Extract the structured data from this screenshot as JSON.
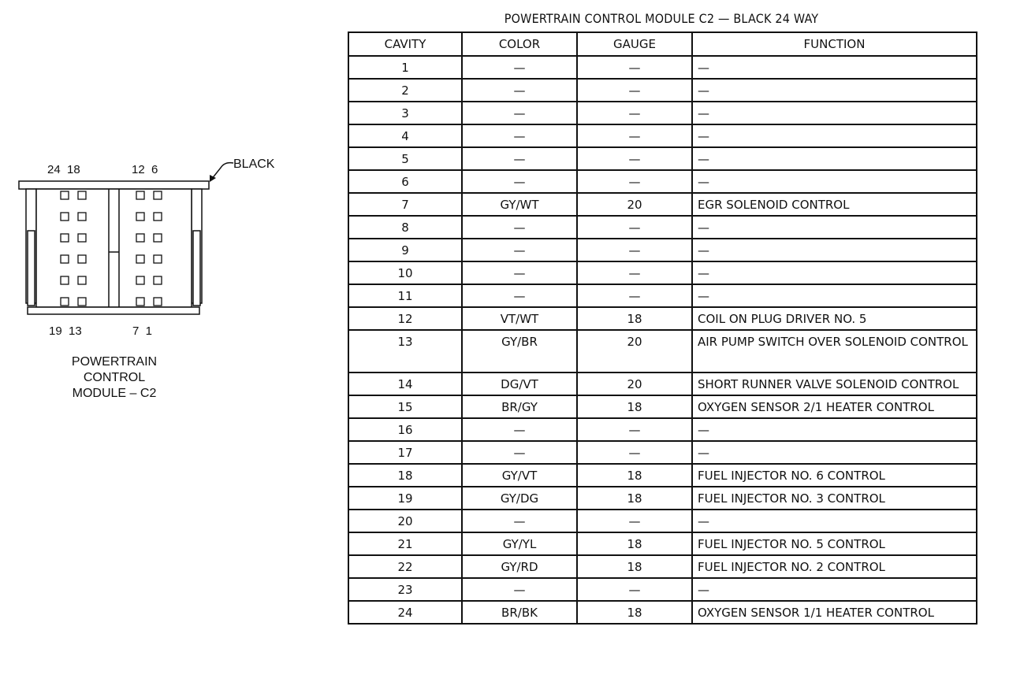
{
  "diagram": {
    "top_left_pins": "24  18",
    "top_right_pins": "12  6",
    "bottom_left_pins": "19  13",
    "bottom_right_pins": "7  1",
    "color_callout": "BLACK",
    "caption_lines": [
      "POWERTRAIN",
      "CONTROL",
      "MODULE – C2"
    ]
  },
  "table": {
    "title": "POWERTRAIN CONTROL MODULE C2 — BLACK 24 WAY",
    "headers": [
      "CAVITY",
      "COLOR",
      "GAUGE",
      "FUNCTION"
    ],
    "rows": [
      {
        "cavity": "1",
        "color": "—",
        "gauge": "—",
        "function": "—"
      },
      {
        "cavity": "2",
        "color": "—",
        "gauge": "—",
        "function": "—"
      },
      {
        "cavity": "3",
        "color": "—",
        "gauge": "—",
        "function": "—"
      },
      {
        "cavity": "4",
        "color": "—",
        "gauge": "—",
        "function": "—"
      },
      {
        "cavity": "5",
        "color": "—",
        "gauge": "—",
        "function": "—"
      },
      {
        "cavity": "6",
        "color": "—",
        "gauge": "—",
        "function": "—"
      },
      {
        "cavity": "7",
        "color": "GY/WT",
        "gauge": "20",
        "function": "EGR SOLENOID CONTROL"
      },
      {
        "cavity": "8",
        "color": "—",
        "gauge": "—",
        "function": "—"
      },
      {
        "cavity": "9",
        "color": "—",
        "gauge": "—",
        "function": "—"
      },
      {
        "cavity": "10",
        "color": "—",
        "gauge": "—",
        "function": "—"
      },
      {
        "cavity": "11",
        "color": "—",
        "gauge": "—",
        "function": "—"
      },
      {
        "cavity": "12",
        "color": "VT/WT",
        "gauge": "18",
        "function": "COIL ON PLUG DRIVER NO. 5"
      },
      {
        "cavity": "13",
        "color": "GY/BR",
        "gauge": "20",
        "function": "AIR PUMP SWITCH OVER SOLENOID CONTROL"
      },
      {
        "cavity": "14",
        "color": "DG/VT",
        "gauge": "20",
        "function": "SHORT RUNNER VALVE SOLENOID CONTROL"
      },
      {
        "cavity": "15",
        "color": "BR/GY",
        "gauge": "18",
        "function": "OXYGEN SENSOR 2/1 HEATER CONTROL"
      },
      {
        "cavity": "16",
        "color": "—",
        "gauge": "—",
        "function": "—"
      },
      {
        "cavity": "17",
        "color": "—",
        "gauge": "—",
        "function": "—"
      },
      {
        "cavity": "18",
        "color": "GY/VT",
        "gauge": "18",
        "function": "FUEL INJECTOR NO. 6 CONTROL"
      },
      {
        "cavity": "19",
        "color": "GY/DG",
        "gauge": "18",
        "function": "FUEL INJECTOR NO. 3 CONTROL"
      },
      {
        "cavity": "20",
        "color": "—",
        "gauge": "—",
        "function": "—"
      },
      {
        "cavity": "21",
        "color": "GY/YL",
        "gauge": "18",
        "function": "FUEL INJECTOR NO. 5 CONTROL"
      },
      {
        "cavity": "22",
        "color": "GY/RD",
        "gauge": "18",
        "function": "FUEL INJECTOR NO. 2 CONTROL"
      },
      {
        "cavity": "23",
        "color": "—",
        "gauge": "—",
        "function": "—"
      },
      {
        "cavity": "24",
        "color": "BR/BK",
        "gauge": "18",
        "function": "OXYGEN SENSOR 1/1 HEATER CONTROL"
      }
    ]
  }
}
